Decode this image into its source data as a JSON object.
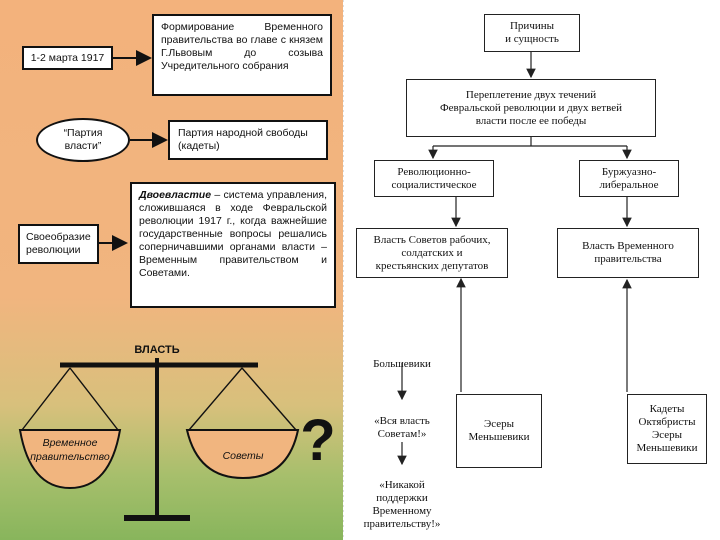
{
  "left_panel": {
    "date_box": "1-2 марта 1917",
    "formation_box": "Формирование Временного правительства во главе с князем Г.Львовым до созыва Учредительного собрания",
    "party_ellipse": "“Партия\nвласти”",
    "party_box": "Партия народной свободы\n(кадеты)",
    "peculiarity_box": "Своеобразие\nреволюции",
    "dual_power_term": "Двоевластие",
    "dual_power_text": " – система управления, сложившаяся в ходе Февральской революции 1917 г., когда важнейшие государственные вопросы решались соперничавшими органами власти – Временным правительством и Советами.",
    "scale_title": "ВЛАСТЬ",
    "scale_left_line1": "Временное",
    "scale_left_line2": "правительство",
    "scale_right": "Советы",
    "question_mark": "?"
  },
  "right_panel": {
    "top_box": "Причины\nи сущность",
    "intertwining_box": "Переплетение двух течений\nФевральской революции и двух ветвей\nвласти после ее победы",
    "rev_soc_box": "Революционно-\nсоциалистическое",
    "bourg_lib_box": "Буржуазно-\nлиберальное",
    "soviets_power_box": "Власть Советов рабочих,\nсолдатских и\nкрестьянских депутатов",
    "provisional_power_box": "Власть Временного\nправительства",
    "bolsheviks": "Большевики",
    "all_power_slogan": "«Вся власть\nСоветам!»",
    "no_support_slogan": "«Никакой\nподдержки\nВременному\nправительству!»",
    "sr_mensheviks_box": "Эсеры\nМеньшевики",
    "liberal_parties_box": "Кадеты\nОктябристы\nЭсеры\nМеньшевики"
  }
}
